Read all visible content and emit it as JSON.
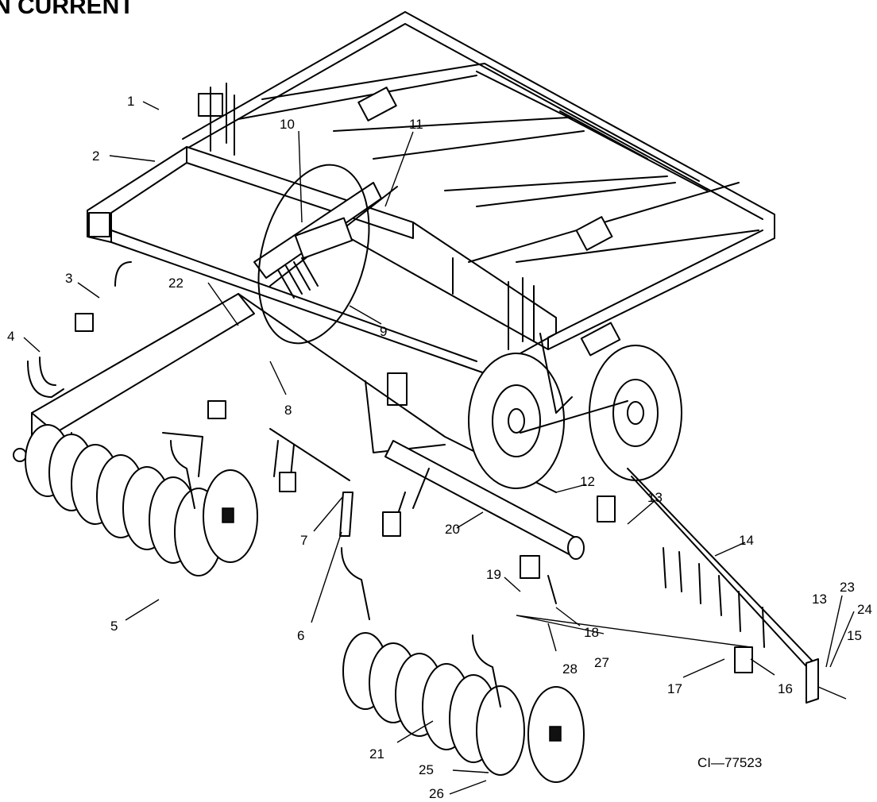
{
  "title": "N CURRENT",
  "figure_id": "CI—77523",
  "callouts": {
    "c1": "1",
    "c2": "2",
    "c3": "3",
    "c4": "4",
    "c5": "5",
    "c6": "6",
    "c7": "7",
    "c8": "8",
    "c9": "9",
    "c10": "10",
    "c11": "11",
    "c12": "12",
    "c13a": "13",
    "c13b": "13",
    "c14": "14",
    "c15": "15",
    "c16": "16",
    "c17": "17",
    "c18": "18",
    "c19": "19",
    "c20": "20",
    "c21": "21",
    "c22": "22",
    "c23": "23",
    "c24": "24",
    "c25": "25",
    "c26": "26",
    "c27": "27",
    "c28": "28"
  }
}
